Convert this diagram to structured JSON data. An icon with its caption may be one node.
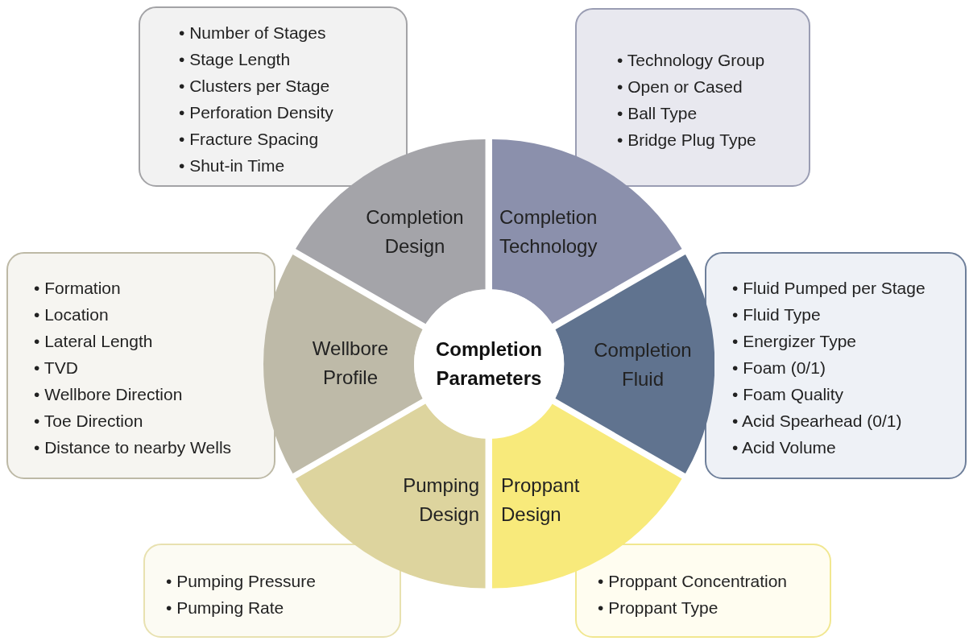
{
  "diagram": {
    "nodes": [
      {
        "text": [
          "• Number of Stages",
          "• Stage Length",
          "• Clusters per Stage",
          "• Perforation Density",
          "• Fracture Spacing",
          "• Shut-in Time"
        ]
      },
      {
        "text": [
          "• Technology Group",
          "• Open or Cased",
          "• Ball Type",
          "• Bridge Plug Type"
        ]
      },
      {
        "text": [
          "Completion Design"
        ]
      },
      {
        "text": [
          "Completion Technology"
        ]
      },
      {
        "text": [
          "• Formation",
          "• Location",
          "• Lateral Length",
          "• TVD",
          "• Wellbore Direction",
          "• Toe Direction",
          "• Distance to nearby Wells"
        ]
      },
      {
        "text": [
          "Wellbore Profile"
        ]
      },
      {
        "text": [
          "Completion Parameters"
        ]
      },
      {
        "text": [
          "Completion Fluid"
        ]
      },
      {
        "text": [
          "• Fluid Pumped per Stage",
          "• Fluid Type",
          "• Energizer Type",
          "• Foam (0/1)",
          "• Foam Quality",
          "• Acid Spearhead (0/1)",
          "• Acid Volume"
        ]
      },
      {
        "text": [
          "Pumping Design"
        ]
      },
      {
        "text": [
          "Proppant Design"
        ]
      },
      {
        "text": [
          "• Pumping Pressure",
          "• Pumping Rate"
        ]
      },
      {
        "text": [
          "• Proppant Concentration",
          "• Proppant Type"
        ]
      }
    ]
  }
}
